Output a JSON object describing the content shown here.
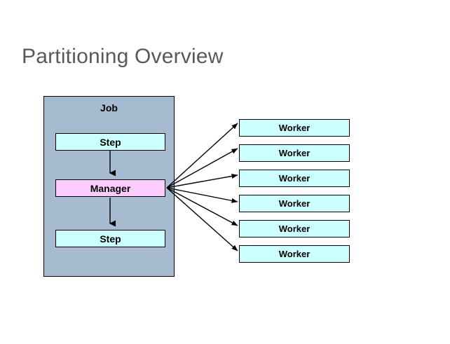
{
  "slide": {
    "title": "Partitioning Overview",
    "background_color": "#ffffff",
    "title_color": "#59595b"
  },
  "diagram": {
    "type": "flow-diagram",
    "job": {
      "label": "Job",
      "fill_color": "#a6bad0",
      "border_color": "#000000",
      "nodes": [
        {
          "label": "Step",
          "role": "step",
          "fill_color": "#ccffff"
        },
        {
          "label": "Manager",
          "role": "manager",
          "fill_color": "#ffccff"
        },
        {
          "label": "Step",
          "role": "step",
          "fill_color": "#ccffff"
        }
      ],
      "internal_connectors": [
        {
          "from": "Step",
          "to": "Manager",
          "style": "arrow-down"
        },
        {
          "from": "Manager",
          "to": "Step",
          "style": "arrow-down"
        }
      ]
    },
    "workers": {
      "fill_color": "#ccffff",
      "border_color": "#000000",
      "count": 6,
      "items": [
        {
          "label": "Worker"
        },
        {
          "label": "Worker"
        },
        {
          "label": "Worker"
        },
        {
          "label": "Worker"
        },
        {
          "label": "Worker"
        },
        {
          "label": "Worker"
        }
      ]
    },
    "fanout": {
      "from": "Manager",
      "to": "Worker",
      "edge_count": 6,
      "style": "arrow",
      "color": "#000000"
    }
  }
}
